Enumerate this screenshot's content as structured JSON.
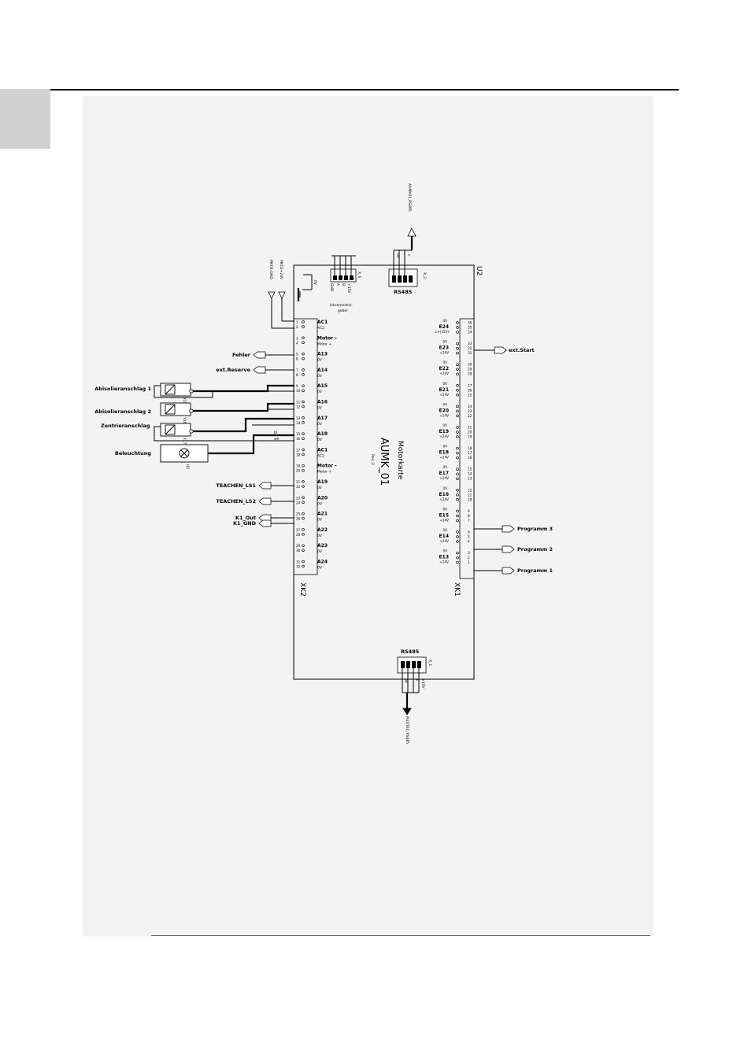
{
  "board": {
    "ref": "U2",
    "name": "AUMK_01",
    "type": "Motorkarte",
    "rev": "Rev.:2",
    "left_header": "XK2",
    "right_header": "XK1"
  },
  "top_connectors": {
    "x6": {
      "ref": "X_6",
      "caption": "Inkremental-\ngeber",
      "pins": [
        "GND",
        "A",
        "B",
        "+15V"
      ]
    },
    "x2": {
      "ref": "X_2",
      "caption": "RS485",
      "pins": [
        "0V",
        "-",
        "+"
      ]
    },
    "rs485_out_label": "AUMK01_RS485",
    "supply": [
      "MK01+24V",
      "MK01-GND"
    ],
    "ground_label": "0V"
  },
  "bottom_connector": {
    "ref": "X_1",
    "caption": "RS485",
    "pins": [
      "0V",
      "-",
      "+",
      "+15V"
    ],
    "net_label": "AUDT01_RS485"
  },
  "xk2_rows": [
    {
      "pins": [
        "1",
        "2"
      ],
      "signal": "AC1",
      "sub": "AC2"
    },
    {
      "pins": [
        "3",
        "4"
      ],
      "signal": "Motor  -",
      "sub": "Motor  +"
    },
    {
      "pins": [
        "5",
        "6"
      ],
      "signal": "A13",
      "sub": "0V"
    },
    {
      "pins": [
        "7",
        "8"
      ],
      "signal": "A14",
      "sub": "0V"
    },
    {
      "pins": [
        "9",
        "10"
      ],
      "signal": "A15",
      "sub": "0V"
    },
    {
      "pins": [
        "11",
        "12"
      ],
      "signal": "A16",
      "sub": "0V"
    },
    {
      "pins": [
        "13",
        "14"
      ],
      "signal": "A17",
      "sub": "0V"
    },
    {
      "pins": [
        "15",
        "16"
      ],
      "signal": "A18",
      "sub": "0V"
    },
    {
      "pins": [
        "17",
        "18"
      ],
      "signal": "AC1",
      "sub": "AC2"
    },
    {
      "pins": [
        "19",
        "20"
      ],
      "signal": "Motor  -",
      "sub": "Motor  +"
    },
    {
      "pins": [
        "21",
        "22"
      ],
      "signal": "A19",
      "sub": "0V"
    },
    {
      "pins": [
        "23",
        "24"
      ],
      "signal": "A20",
      "sub": "0V"
    },
    {
      "pins": [
        "25",
        "26"
      ],
      "signal": "A21",
      "sub": "0V"
    },
    {
      "pins": [
        "27",
        "28"
      ],
      "signal": "A22",
      "sub": "0V"
    },
    {
      "pins": [
        "29",
        "30"
      ],
      "signal": "A23",
      "sub": "0V"
    },
    {
      "pins": [
        "31",
        "32"
      ],
      "signal": "A24",
      "sub": "0V"
    }
  ],
  "xk1_rows": [
    {
      "signal": "E24",
      "sub": "L+(15V)",
      "pins": [
        "36",
        "35",
        "34"
      ]
    },
    {
      "signal": "E23",
      "sub": "+24V",
      "pins": [
        "33",
        "32",
        "31"
      ]
    },
    {
      "signal": "E22",
      "sub": "+24V",
      "pins": [
        "30",
        "29",
        "28"
      ]
    },
    {
      "signal": "E21",
      "sub": "+24V",
      "pins": [
        "27",
        "26",
        "25"
      ]
    },
    {
      "signal": "E20",
      "sub": "+24V",
      "pins": [
        "24",
        "23",
        "22"
      ]
    },
    {
      "signal": "E19",
      "sub": "+24V",
      "pins": [
        "21",
        "20",
        "19"
      ]
    },
    {
      "signal": "E18",
      "sub": "+24V",
      "pins": [
        "18",
        "17",
        "16"
      ]
    },
    {
      "signal": "E17",
      "sub": "+24V",
      "pins": [
        "15",
        "14",
        "13"
      ]
    },
    {
      "signal": "E16",
      "sub": "+24V",
      "pins": [
        "12",
        "11",
        "10"
      ]
    },
    {
      "signal": "E15",
      "sub": "+24V",
      "pins": [
        "9",
        "8",
        "7"
      ]
    },
    {
      "signal": "E14",
      "sub": "+24V",
      "pins": [
        "6",
        "5",
        "4"
      ]
    },
    {
      "signal": "E13",
      "sub": "+24V",
      "pins": [
        "3",
        "2",
        "1"
      ]
    }
  ],
  "left_labels": {
    "fehler": "Fehler",
    "ext_reserve": "ext.Reserve",
    "teachen1": "TEACHEN_LS1",
    "teachen2": "TEACHEN_LS2",
    "k1_out": "K1_Out",
    "k1_gnd": "K1_GND"
  },
  "devices": [
    {
      "label": "Abisolieranschlag  1",
      "ref": "Y15"
    },
    {
      "label": "Abisolieranschlag  2",
      "ref": "Y16"
    },
    {
      "label": "Zentrieranschlag",
      "ref": "Y17"
    },
    {
      "label": "Beleuchtung",
      "ref": "H2"
    }
  ],
  "wire_labels": [
    "bl",
    "wh"
  ],
  "right_labels": {
    "ext_start": "ext.Start",
    "programm3": "Programm  3",
    "programm2": "Programm  2",
    "programm1": "Programm  1"
  }
}
